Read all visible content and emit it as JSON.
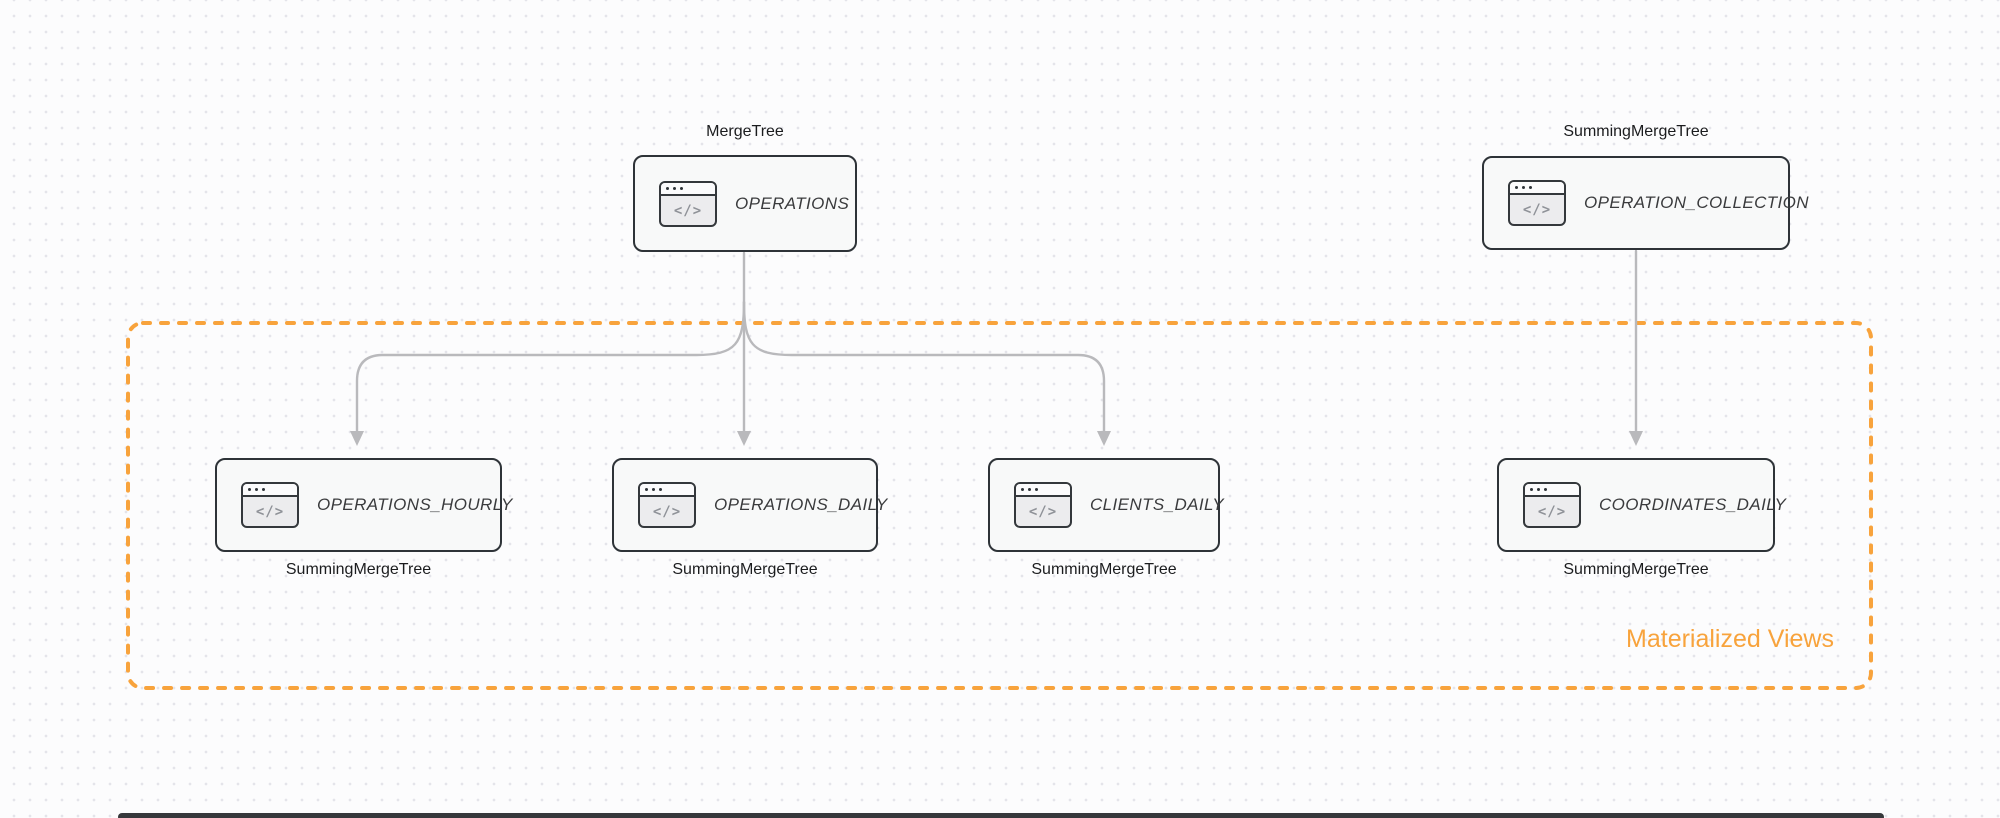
{
  "diagram": {
    "group_box": {
      "label": "Materialized Views",
      "border_style": "dashed",
      "color": "#F8A33C"
    },
    "icon_glyph": "</>",
    "nodes": [
      {
        "id": "operations",
        "engine": "MergeTree",
        "table": "OPERATIONS",
        "engine_label_position": "top",
        "icon": "code-window-icon"
      },
      {
        "id": "operation_collection",
        "engine": "SummingMergeTree",
        "table": "OPERATION_COLLECTION",
        "engine_label_position": "top",
        "icon": "code-window-icon"
      },
      {
        "id": "operations_hourly",
        "engine": "SummingMergeTree",
        "table": "OPERATIONS_HOURLY",
        "engine_label_position": "bottom",
        "icon": "code-window-icon"
      },
      {
        "id": "operations_daily",
        "engine": "SummingMergeTree",
        "table": "OPERATIONS_DAILY",
        "engine_label_position": "bottom",
        "icon": "code-window-icon"
      },
      {
        "id": "clients_daily",
        "engine": "SummingMergeTree",
        "table": "CLIENTS_DAILY",
        "engine_label_position": "bottom",
        "icon": "code-window-icon"
      },
      {
        "id": "coordinates_daily",
        "engine": "SummingMergeTree",
        "table": "COORDINATES_DAILY",
        "engine_label_position": "bottom",
        "icon": "code-window-icon"
      }
    ],
    "edges": [
      {
        "from": "OPERATIONS",
        "to": "OPERATIONS_HOURLY"
      },
      {
        "from": "OPERATIONS",
        "to": "OPERATIONS_DAILY"
      },
      {
        "from": "OPERATIONS",
        "to": "CLIENTS_DAILY"
      },
      {
        "from": "OPERATION_COLLECTION",
        "to": "COORDINATES_DAILY"
      }
    ],
    "colors": {
      "accent_orange": "#F8A33C",
      "arrow_gray": "#B9B9BC",
      "node_border": "#2E3338",
      "node_fill": "#F8F9F9"
    }
  }
}
